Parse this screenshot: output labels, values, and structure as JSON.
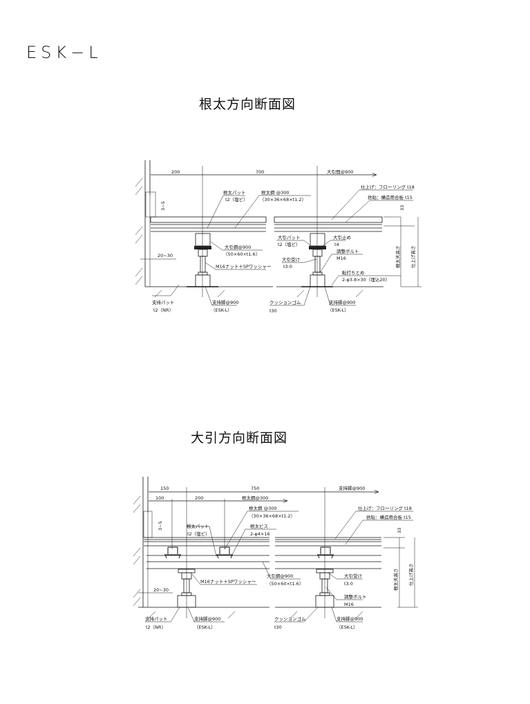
{
  "title": "ESK−L",
  "section1": {
    "title": "根太方向断面図",
    "dims": {
      "a": "200",
      "b": "700",
      "pitch": "大引間@900",
      "gap": "3~5",
      "side": "20~30",
      "t33": "33",
      "joist_h": "根太天高さ",
      "finish_h": "仕上げ高さ"
    },
    "labels": {
      "finish": "仕上げ：フローリング t18",
      "subfloor": "捨貼：構造用合板 t15",
      "joist_pad": "根太パット",
      "joist_pad_t": "t2（塩ビ）",
      "joist": "根太鋼 @300",
      "joist_spec": "（30×36×68×t1.2）",
      "beam": "大引鋼@900",
      "beam_spec": "（50×60×t1.6）",
      "nut": "M16ナット＋SPワッシャー",
      "beam_pad": "大引パット",
      "beam_pad_t": "t2（塩ビ）",
      "beam_stop": "大引止め",
      "beam_stop_t": "t4",
      "beam_seat": "大引受け",
      "beam_seat_t": "t3.0",
      "bolt": "調整ボルト",
      "bolt_m": "M16",
      "nail": "転打ちとめ",
      "nail_spec": "2-φ3.8×30（埋込20）",
      "support_pad": "支持パット",
      "support_pad_t": "t2（NR）",
      "leg": "支持脚@900",
      "leg_model": "（ESK-L）",
      "cushion": "クッションゴム",
      "cushion_t": "t30",
      "leg2": "支持脚@900",
      "leg2_model": "（ESK-L）"
    }
  },
  "section2": {
    "title": "大引方向断面図",
    "dims": {
      "a": "150",
      "b": "750",
      "pitch": "支持脚@900",
      "c": "100",
      "d": "200",
      "joist_pitch": "根太鋼@300",
      "gap": "3~5",
      "side": "20~30",
      "t33": "33",
      "joist_h": "根太天高さ",
      "finish_h": "仕上げ高さ"
    },
    "labels": {
      "finish": "仕上げ：フローリング t18",
      "subfloor": "捨貼：構造用合板 t15",
      "joist": "根太鋼 @300",
      "joist_spec": "（30×36×68×t1.2）",
      "joist_pad": "根太パット",
      "joist_pad_t": "t2（塩ビ）",
      "screw": "根太ビス",
      "screw_spec": "2-φ4×16",
      "beam": "大引鋼@900",
      "beam_spec": "（50×60×t1.6）",
      "nut": "M16ナット＋SPワッシャー",
      "beam_seat": "大引受け",
      "beam_seat_t": "t3.0",
      "bolt": "調整ボルト",
      "bolt_m": "M16",
      "support_pad": "支持パット",
      "support_pad_t": "t2（NR）",
      "leg": "支持脚@900",
      "leg_model": "（ESK-L）",
      "cushion": "クッションゴム",
      "cushion_t": "t30",
      "leg2": "支持脚@900",
      "leg2_model": "（ESK-L）"
    }
  }
}
